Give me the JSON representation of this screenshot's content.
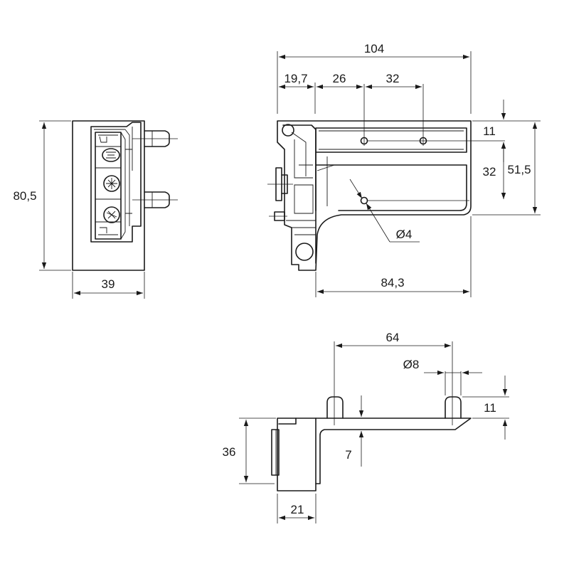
{
  "drawing": {
    "front_view": {
      "height_dim": "80,5",
      "width_dim": "39"
    },
    "side_view": {
      "overall_length_dim": "104",
      "offset_dim": "19,7",
      "hole_spacing_1_dim": "26",
      "hole_spacing_2_dim": "32",
      "top_hole_offset_dim": "11",
      "vertical_hole_spacing_dim": "32",
      "total_height_dim": "51,5",
      "hole_diameter_dim": "Ø4",
      "base_length_dim": "84,3"
    },
    "top_view": {
      "pin_spacing_dim": "64",
      "pin_diameter_dim": "Ø8",
      "pin_height_dim": "11",
      "height_dim": "36",
      "step_dim": "7",
      "width_dim": "21"
    }
  }
}
